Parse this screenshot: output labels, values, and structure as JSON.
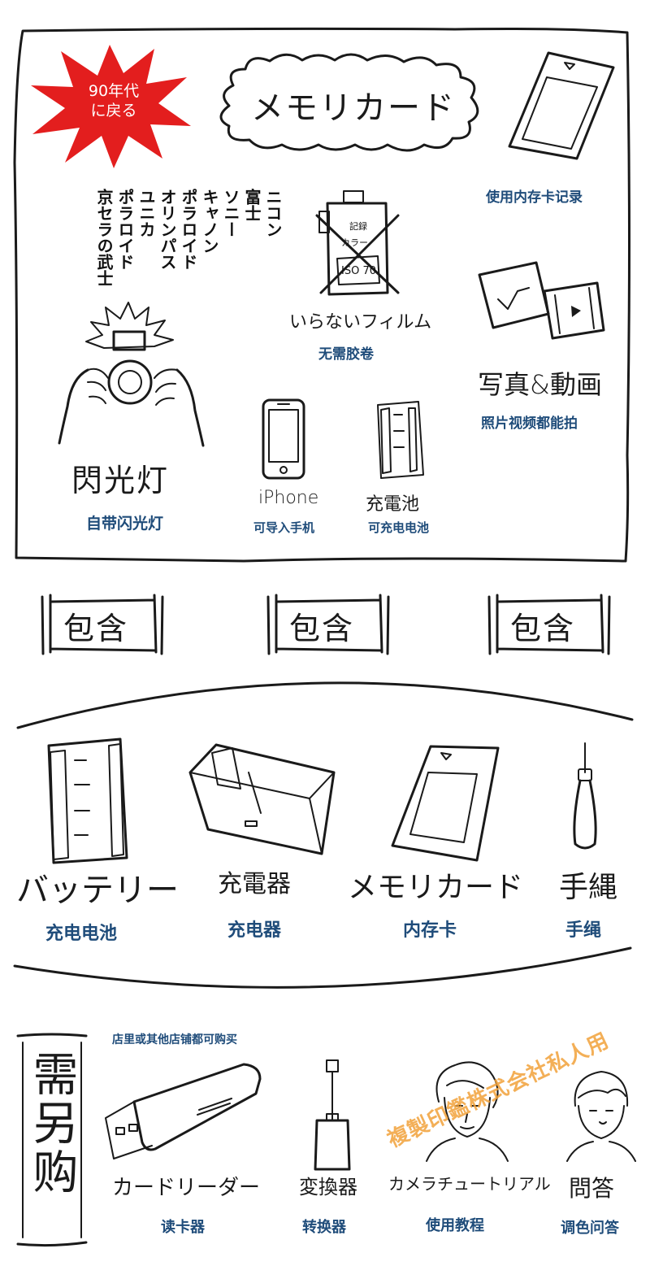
{
  "accent": "#e31e1e",
  "caption_color": "#1f4c7a",
  "watermark_color": "#f2a23a",
  "badge": {
    "line1": "90年代",
    "line2": "に戻る"
  },
  "hero_title": "メモリカード",
  "memory_card_caption": "使用内存卡记录",
  "brands": [
    "ニコン",
    "富士",
    "ソニー",
    "キャノン",
    "ポラロイド",
    "オリンパス",
    "ユニカ",
    "ポラロイド",
    "京セラの武士"
  ],
  "film": {
    "can_label1": "記録",
    "can_label2": "カラー",
    "can_iso": "ISO 70",
    "hand": "いらないフィルム",
    "caption": "无需胶卷"
  },
  "photo_video": {
    "hand": "写真&動画",
    "caption": "照片视频都能拍"
  },
  "flash": {
    "hand": "閃光灯",
    "caption": "自带闪光灯"
  },
  "iphone": {
    "hand": "iPhone",
    "caption": "可导入手机"
  },
  "battery_top": {
    "hand": "充電池",
    "caption": "可充电电池"
  },
  "includes": [
    "包含",
    "包含",
    "包含"
  ],
  "included_items": [
    {
      "hand": "バッテリー",
      "caption": "充电电池",
      "icon": "battery-icon"
    },
    {
      "hand": "充電器",
      "caption": "充电器",
      "icon": "charger-icon"
    },
    {
      "hand": "メモリカード",
      "caption": "内存卡",
      "icon": "memory-card-icon"
    },
    {
      "hand": "手縄",
      "caption": "手绳",
      "icon": "strap-icon"
    }
  ],
  "extra": {
    "side_label": "需另购",
    "note": "店里或其他店铺都可购买",
    "items": [
      {
        "hand": "カードリーダー",
        "caption": "读卡器",
        "icon": "card-reader-icon"
      },
      {
        "hand": "変換器",
        "caption": "转换器",
        "icon": "adapter-icon"
      },
      {
        "hand": "カメラチュートリアル",
        "caption": "使用教程",
        "icon": "tutorial-person-icon"
      },
      {
        "hand": "問答",
        "caption": "调色问答",
        "icon": "qa-person-icon"
      }
    ]
  },
  "watermark": "複製印鑑株式会社私人用"
}
